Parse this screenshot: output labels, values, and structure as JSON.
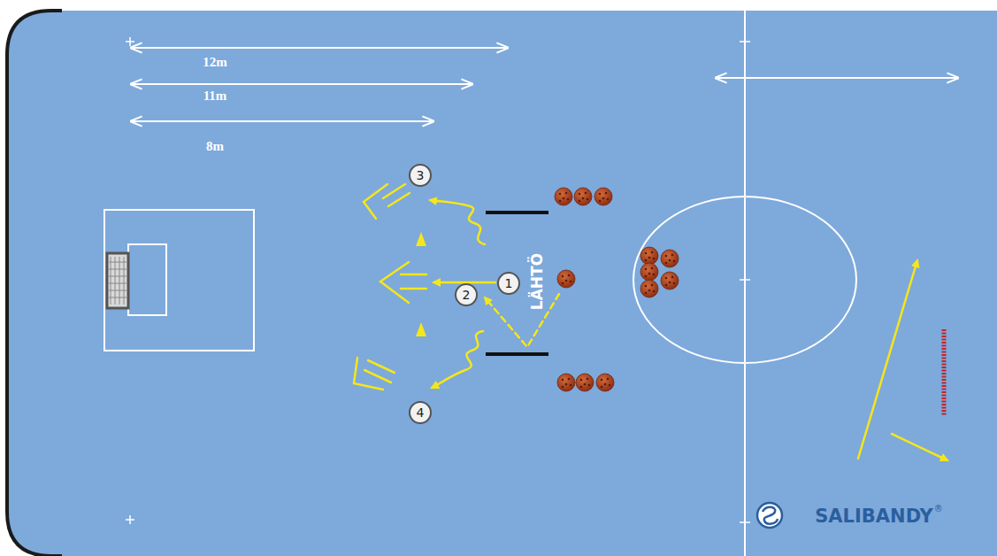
{
  "diagram": {
    "nodes": [
      {
        "text": [
          "3"
        ]
      },
      {
        "text": [
          "1"
        ]
      },
      {
        "text": [
          "2"
        ]
      },
      {
        "text": [
          "4"
        ]
      }
    ],
    "labels": [
      "12m",
      "11m",
      "8m",
      "LÄHTÖ",
      "SALIBANDY",
      "®"
    ]
  }
}
